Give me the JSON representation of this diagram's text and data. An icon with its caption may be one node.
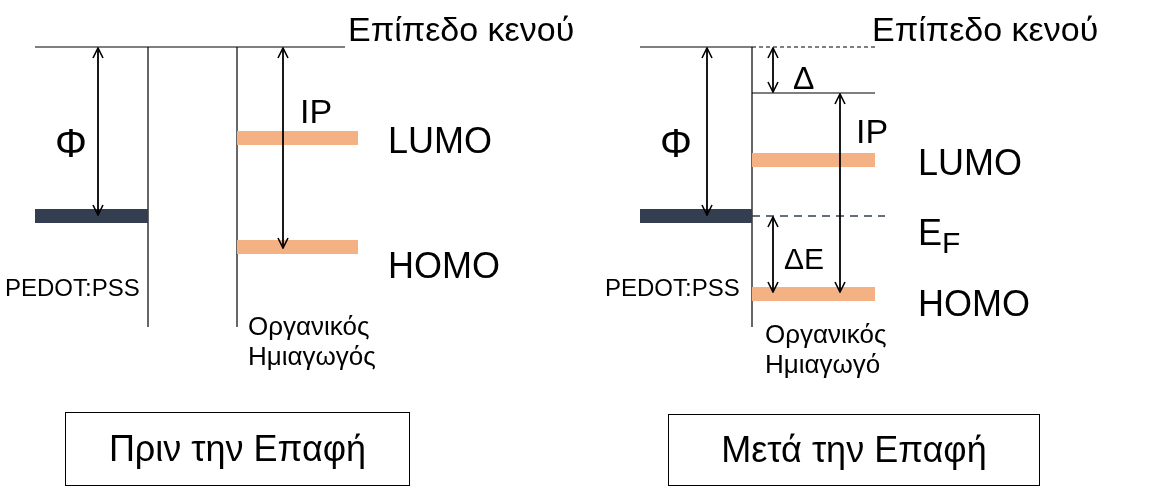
{
  "diagram": {
    "nodes": [
      {
        "text": [
          "Πριν την Επαφή"
        ]
      },
      {
        "text": [
          "Μετά την Επαφή"
        ]
      }
    ],
    "labels": [
      "Επίπεδο κενού",
      "Επίπεδο κενού",
      "Φ",
      "IP",
      "LUMO",
      "HOMO",
      "PEDOT:PSS",
      "Οργανικός Ημιαγωγός",
      "Δ",
      "Φ",
      "IP",
      "LUMO",
      "E$_{F}$",
      "ΔE",
      "PEDOT:PSS",
      "HOMO",
      "Οργανικός Ημιαγωγό"
    ]
  }
}
